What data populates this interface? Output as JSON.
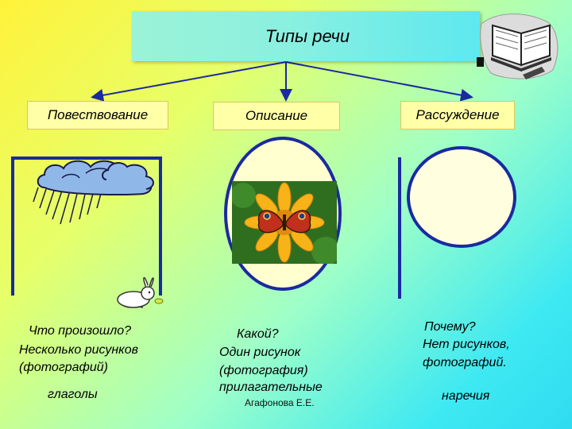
{
  "title": "Типы речи",
  "categories": [
    {
      "label": "Повествование",
      "questions": [
        "Что произошло?",
        "Несколько рисунков",
        "(фотографий)"
      ],
      "part_of_speech": "глаголы"
    },
    {
      "label": "Описание",
      "questions": [
        "Какой?",
        "Один рисунок",
        "(фотография)"
      ],
      "part_of_speech": "прилагательные"
    },
    {
      "label": "Рассуждение",
      "questions": [
        "Почему?",
        "Нет рисунков,",
        "фотографий."
      ],
      "part_of_speech": "наречия"
    }
  ],
  "author": "Агафонова Е.Е.",
  "colors": {
    "frame": "#1a2aa0",
    "category_fill": "#ffffa8",
    "title_fill": "#8af0e0"
  },
  "icons": [
    "book-icon",
    "rain-cloud-icon",
    "rabbit-icon",
    "butterfly-flower-photo"
  ]
}
